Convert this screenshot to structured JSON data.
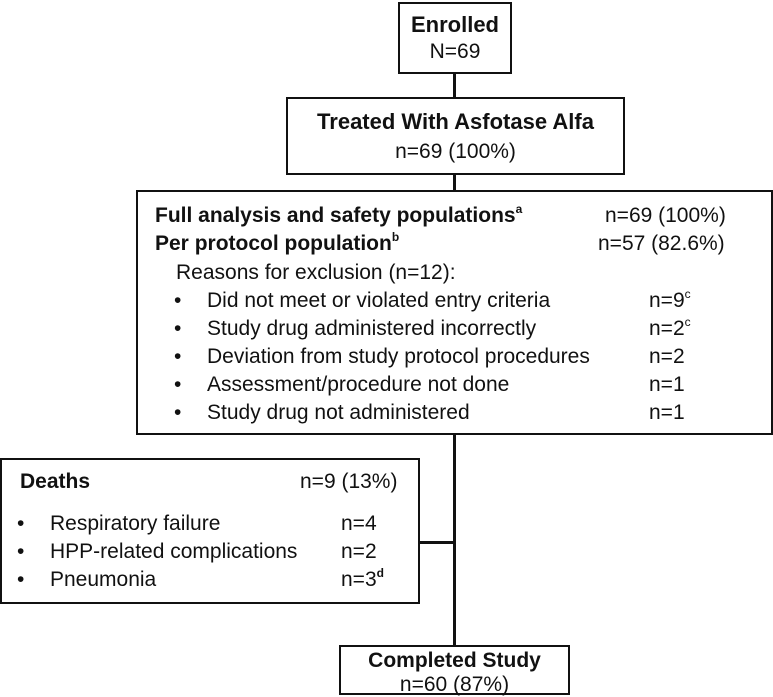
{
  "enrolled": {
    "title": "Enrolled",
    "count": "N=69"
  },
  "treated": {
    "title": "Treated With Asfotase Alfa",
    "count": "n=69 (100%)"
  },
  "populations": {
    "full": {
      "label": "Full analysis and safety populations",
      "sup": "a",
      "value": "n=69 (100%)"
    },
    "per_protocol": {
      "label": "Per protocol population",
      "sup": "b",
      "value": "n=57 (82.6%)"
    },
    "exclusion_header": "Reasons for exclusion (n=12):",
    "bullet": "•",
    "reasons": [
      {
        "label": "Did not meet or violated entry criteria",
        "value": "n=9",
        "sup": "c"
      },
      {
        "label": "Study drug administered incorrectly",
        "value": "n=2",
        "sup": "c"
      },
      {
        "label": "Deviation from study protocol procedures",
        "value": "n=2",
        "sup": ""
      },
      {
        "label": "Assessment/procedure not done",
        "value": "n=1",
        "sup": ""
      },
      {
        "label": "Study drug not administered",
        "value": "n=1",
        "sup": ""
      }
    ]
  },
  "deaths": {
    "title": "Deaths",
    "count": "n=9 (13%)",
    "bullet": "•",
    "items": [
      {
        "label": "Respiratory failure",
        "value": "n=4",
        "sup": ""
      },
      {
        "label": "HPP-related complications",
        "value": "n=2",
        "sup": ""
      },
      {
        "label": "Pneumonia",
        "value": "n=3",
        "sup": "d"
      }
    ]
  },
  "completed": {
    "title": "Completed Study",
    "count": "n=60 (87%)"
  }
}
